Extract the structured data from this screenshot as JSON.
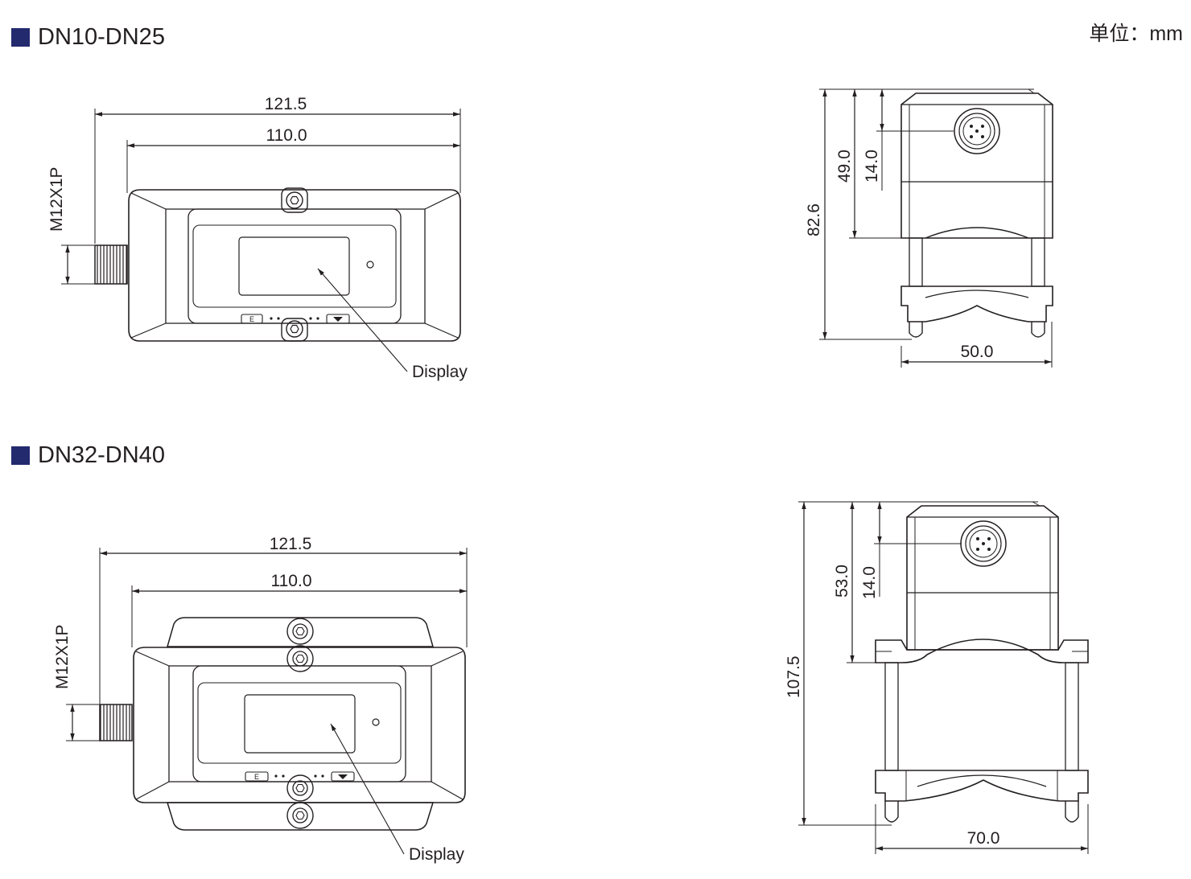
{
  "unit_label": "单位：mm",
  "sections": [
    {
      "title": "DN10-DN25",
      "front": {
        "overall": "121.5",
        "body": "110.0",
        "thread": "M12X1P",
        "callout": "Display"
      },
      "side": {
        "total_height": "82.6",
        "body_height": "49.0",
        "connector_height": "14.0",
        "width": "50.0"
      }
    },
    {
      "title": "DN32-DN40",
      "front": {
        "overall": "121.5",
        "body": "110.0",
        "thread": "M12X1P",
        "callout": "Display"
      },
      "side": {
        "total_height": "107.5",
        "body_height": "53.0",
        "connector_height": "14.0",
        "width": "70.0"
      }
    }
  ],
  "colors": {
    "marker": "#232a6e",
    "line": "#231f20"
  }
}
